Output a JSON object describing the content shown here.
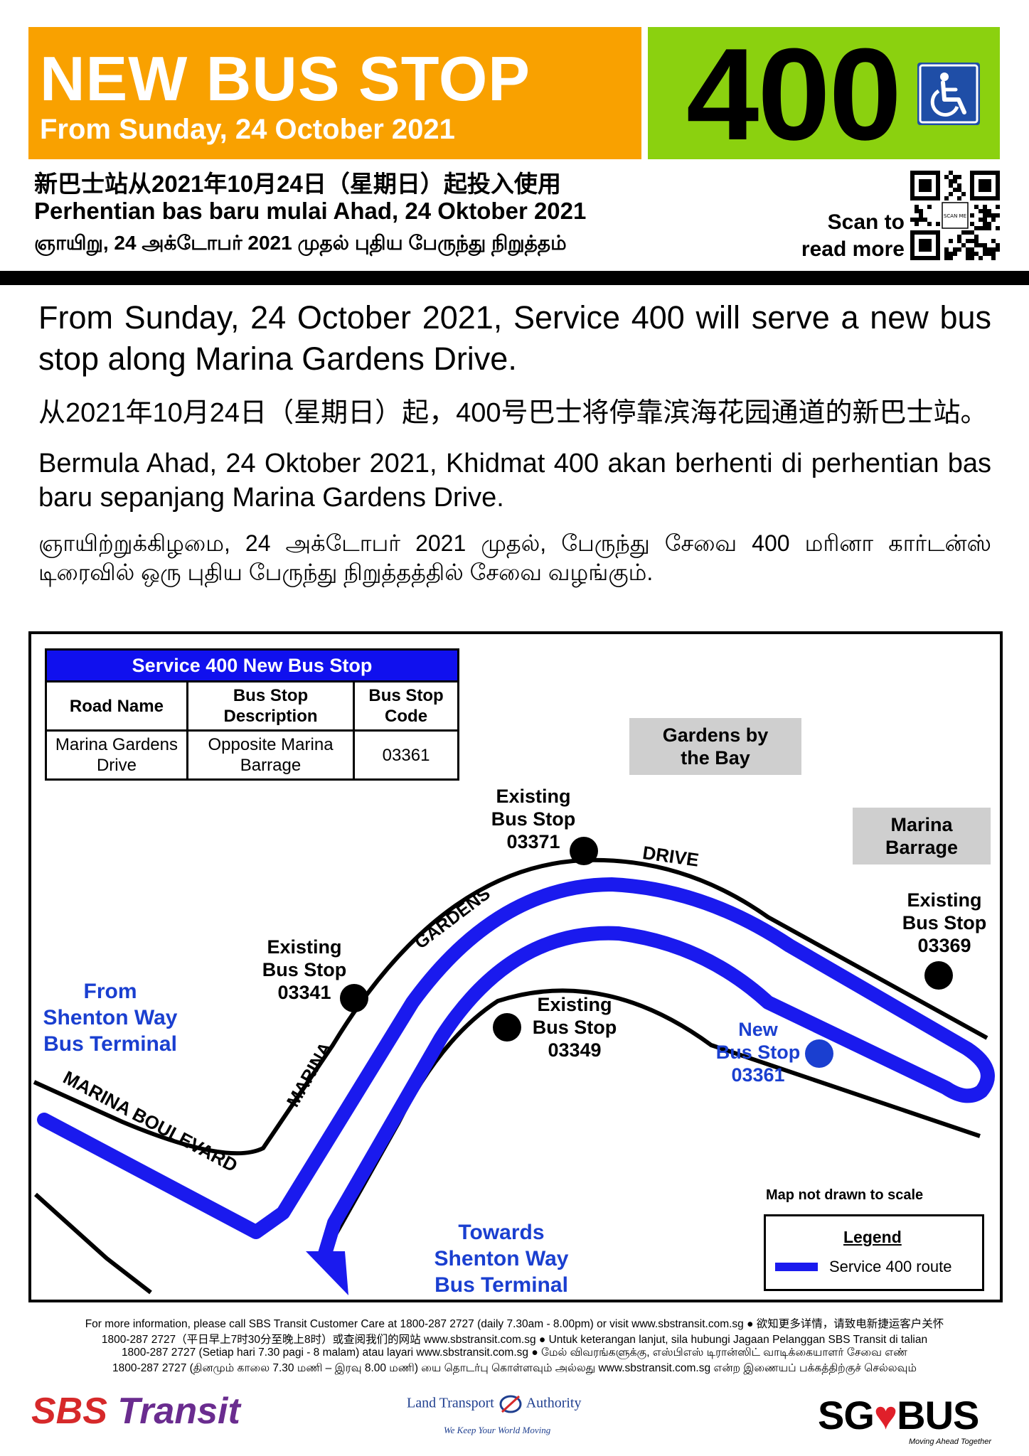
{
  "header": {
    "title": "NEW BUS STOP",
    "subtitle": "From Sunday, 24 October 2021",
    "service_number": "400",
    "orange_color": "#f9a100",
    "green_color": "#8bd10f",
    "accessibility_icon": "wheelchair-icon"
  },
  "multilingual": {
    "chinese": "新巴士站从2021年10月24日（星期日）起投入使用",
    "malay": "Perhentian bas baru mulai Ahad, 24 Oktober 2021",
    "tamil": "ஞாயிறு, 24 அக்டோபர் 2021 முதல் புதிய பேருந்து நிறுத்தம்"
  },
  "qr": {
    "line1": "Scan to",
    "line2": "read more",
    "center_text": "SCAN ME",
    "icon": "qr-code-icon"
  },
  "body": {
    "english": "From Sunday, 24 October 2021, Service 400 will serve a new bus stop along Marina Gardens Drive.",
    "chinese": "从2021年10月24日（星期日）起，400号巴士将停靠滨海花园通道的新巴士站。",
    "malay": "Bermula Ahad, 24 Oktober 2021, Khidmat 400 akan berhenti di perhentian bas baru sepanjang Marina Gardens Drive.",
    "tamil": "ஞாயிற்றுக்கிழமை, 24 அக்டோபர் 2021 முதல், பேருந்து சேவை 400 மரினா கார்டன்ஸ் டிரைவில் ஒரு புதிய பேருந்து நிறுத்தத்தில் சேவை வழங்கும்."
  },
  "table": {
    "caption": "Service 400 New Bus Stop",
    "headers": [
      "Road Name",
      "Bus Stop Description",
      "Bus Stop Code"
    ],
    "row": [
      "Marina Gardens Drive",
      "Opposite Marina Barrage",
      "03361"
    ]
  },
  "map": {
    "landmarks": {
      "gardens": "Gardens by the Bay",
      "barrage": "Marina Barrage"
    },
    "roads": {
      "boulevard": "MARINA BOULEVARD",
      "marina": "MARINA",
      "gardens": "GARDENS",
      "drive": "DRIVE"
    },
    "from_label": [
      "From",
      "Shenton Way",
      "Bus Terminal"
    ],
    "towards_label": [
      "Towards",
      "Shenton Way",
      "Bus Terminal"
    ],
    "stops": [
      {
        "status": [
          "Existing",
          "Bus Stop"
        ],
        "code": "03371"
      },
      {
        "status": [
          "Existing",
          "Bus Stop"
        ],
        "code": "03341"
      },
      {
        "status": [
          "Existing",
          "Bus Stop"
        ],
        "code": "03349"
      },
      {
        "status": [
          "Existing",
          "Bus Stop"
        ],
        "code": "03369"
      },
      {
        "status": [
          "New",
          "Bus Stop"
        ],
        "code": "03361"
      }
    ],
    "route_color": "#1a1aee",
    "note": "Map not drawn to scale",
    "legend_title": "Legend",
    "legend_item": "Service 400 route"
  },
  "footer": {
    "line1": "For more information, please call SBS Transit Customer Care at 1800-287 2727 (daily 7.30am - 8.00pm) or visit www.sbstransit.com.sg ● 欲知更多详情，请致电新捷运客户关怀",
    "line2": "1800-287 2727（平日早上7时30分至晚上8时）或查阅我们的网站 www.sbstransit.com.sg ● Untuk keterangan lanjut, sila hubungi Jagaan Pelanggan SBS Transit di talian",
    "line3": "1800-287 2727 (Setiap hari 7.30 pagi - 8 malam) atau layari www.sbstransit.com.sg ● மேல் விவரங்களுக்கு, எஸ்பிஎஸ் டிரான்ஸிட் வாடிக்கையாளர் சேவை எண்",
    "line4": "1800-287 2727 (தினமும் காலை 7.30 மணி – இரவு 8.00 மணி) யை தொடர்பு கொள்ளவும் அல்லது www.sbstransit.com.sg என்ற இணையப் பக்கத்திற்குச் செல்லவும்"
  },
  "logos": {
    "sbs_part1": "SBS ",
    "sbs_part2": "Transit",
    "lta_left": "Land Transport",
    "lta_right": "Authority",
    "lta_tagline": "We Keep Your World Moving",
    "sg_left": "SG",
    "sg_heart": "♥",
    "sg_right": "BUS",
    "sg_tagline": "Moving Ahead Together",
    "sbs_color": "#d6292a",
    "lta_color": "#1f3f8f",
    "heart_color": "#e0202a"
  }
}
